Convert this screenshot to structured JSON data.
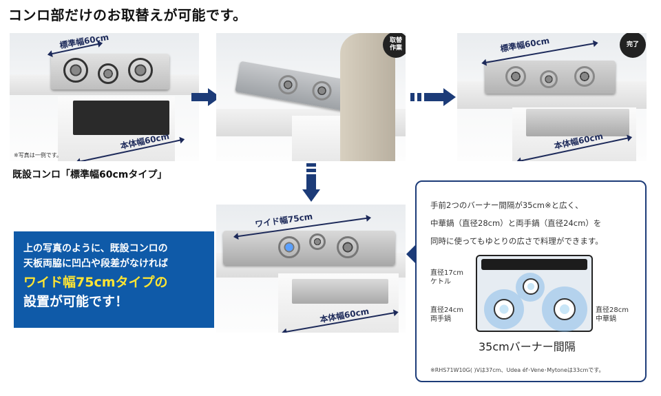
{
  "heading": "コンロ部だけのお取替えが可能です。",
  "photo1": {
    "top_dim": "標準幅60cm",
    "body_dim": "本体幅60cm",
    "note": "※写真は一例です。"
  },
  "existing_label": "既設コンロ「標準幅60cmタイプ」",
  "photo2": {
    "badge": "取替\n作業"
  },
  "photo3": {
    "badge": "完了",
    "top_dim": "標準幅60cm",
    "body_dim": "本体幅60cm"
  },
  "photo4": {
    "top_dim": "ワイド幅75cm",
    "body_dim": "本体幅60cm"
  },
  "blue_box": {
    "line1": "上の写真のように、既設コンロの",
    "line2": "天板両脇に凹凸や段差がなければ",
    "line3": "ワイド幅75cmタイプの",
    "line4": "設置が可能です！"
  },
  "info": {
    "line1": "手前2つのバーナー間隔が35cm※と広く、",
    "line2": "中華鍋（直径28cm）と両手鍋（直径24cm）を",
    "line3": "同時に使ってもゆとりの広さで料理ができます。",
    "label_17": "直径17cm",
    "label_17_sub": "ケトル",
    "label_24": "直径24cm",
    "label_24_sub": "両手鍋",
    "label_28": "直径28cm",
    "label_28_sub": "中華鍋",
    "spacing": "35cmバーナー間隔",
    "note": "※RHS71W10G(  )Vは37cm、Udea éf･Vene･Mytoneは33cmです。"
  },
  "colors": {
    "navy": "#1c3b78",
    "blue_box": "#0f5aa8",
    "highlight_yellow": "#ffe533"
  }
}
